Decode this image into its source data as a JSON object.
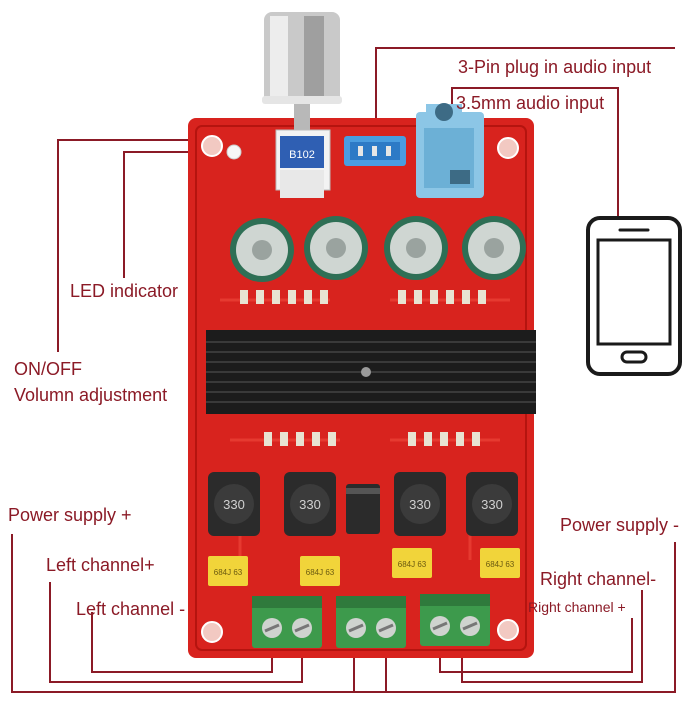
{
  "labels": {
    "three_pin_plug": "3-Pin plug in audio input",
    "audio_35mm": "3.5mm audio input",
    "led_indicator": "LED indicator",
    "on_off": "ON/OFF",
    "volume_adjustment": "Volumn adjustment",
    "power_supply_plus": "Power supply +",
    "left_channel_plus": "Left channel+",
    "left_channel_minus": "Left channel -",
    "power_supply_minus": "Power supply -",
    "right_channel_minus": "Right channel-",
    "right_channel_plus": "Right channel +"
  },
  "board": {
    "pot_code": "B102",
    "inductor_code": "330",
    "capacitor_code": "684J 63",
    "heatsink_color": "#1c1c1c",
    "pcb_color": "#d8231e",
    "terminal_color": "#3d9a4c"
  },
  "colors": {
    "line": "#8b1a26",
    "label": "#8b1a26"
  }
}
